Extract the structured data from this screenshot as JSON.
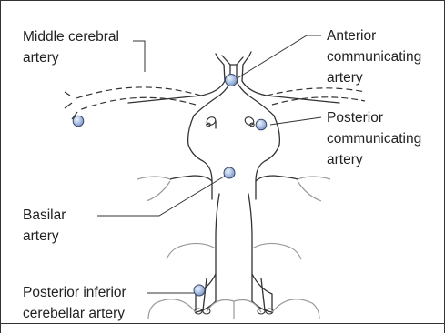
{
  "labels": {
    "middle_cerebral": [
      "Middle cerebral",
      "artery"
    ],
    "anterior_communicating": [
      "Anterior",
      "communicating",
      "artery"
    ],
    "posterior_communicating": [
      "Posterior",
      "communicating",
      "artery"
    ],
    "basilar": [
      "Basilar",
      "artery"
    ],
    "posterior_inferior_cerebellar": [
      "Posterior inferior",
      "cerebellar artery"
    ]
  },
  "colors": {
    "vessel_outline": "#333333",
    "leader_line": "#333333",
    "cerebellar_curves": "#9a9a9a",
    "aneurysm_fill": "#9fb6dd",
    "aneurysm_highlight": "#e8eef8"
  }
}
